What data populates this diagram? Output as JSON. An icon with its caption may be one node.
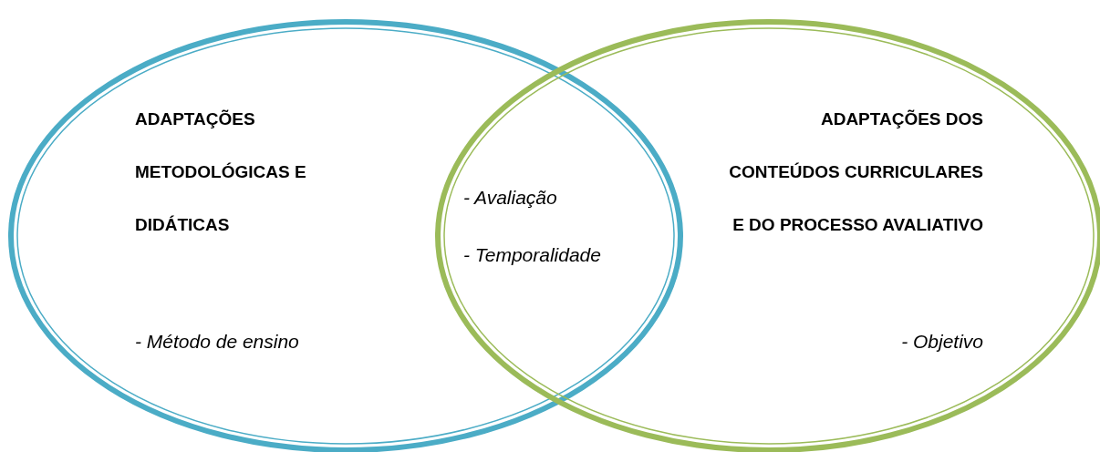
{
  "diagram": {
    "nodes": [
      {
        "text": [
          "ADAPTAÇÕES METODOLÓGICAS E DIDÁTICAS",
          "- Método de ensino"
        ]
      },
      {
        "text": [
          "ADAPTAÇÕES DOS CONTEÚDOS CURRICULARES E DO PROCESSO AVALIATIVO",
          "- Objetivo"
        ]
      }
    ],
    "edges": [],
    "labels": [
      "- Avaliação",
      "- Temporalidade"
    ]
  }
}
